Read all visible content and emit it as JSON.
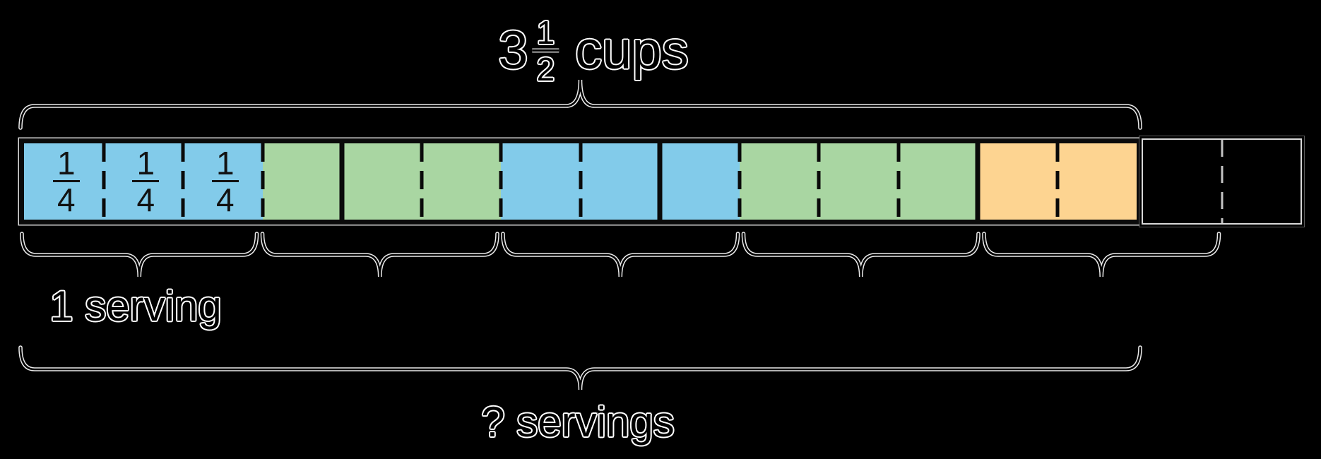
{
  "title": {
    "whole": "3",
    "fraction": {
      "numerator": "1",
      "denominator": "2"
    },
    "unit": "cups"
  },
  "labels": {
    "serving": "1 serving",
    "question": "? servings"
  },
  "bar": {
    "total_quarter_cells": 16,
    "filled_quarter_cells": 14,
    "cup_boundary_every_cells": 4,
    "quarter_label": {
      "numerator": "1",
      "denominator": "4"
    },
    "groups": [
      {
        "name": "serving-1",
        "color": "#82CBEA",
        "cells": 3,
        "show_quarter_labels": true
      },
      {
        "name": "serving-2",
        "color": "#A9D6A2",
        "cells": 3,
        "show_quarter_labels": false
      },
      {
        "name": "serving-3",
        "color": "#82CBEA",
        "cells": 3,
        "show_quarter_labels": false
      },
      {
        "name": "serving-4",
        "color": "#A9D6A2",
        "cells": 3,
        "show_quarter_labels": false
      },
      {
        "name": "serving-5-partial",
        "color": "#FDD491",
        "cells": 2,
        "show_quarter_labels": false
      },
      {
        "name": "unfilled",
        "color": "none",
        "cells": 2,
        "show_quarter_labels": false
      }
    ]
  },
  "braces": {
    "top_brace_spans_cells": 14,
    "serving_brace_count": 5,
    "serving_brace_span_cells": 3,
    "total_brace_spans_cells": 14
  },
  "colors": {
    "background": "#000000",
    "ink": "#0a0a0a",
    "halo": "#ffffff",
    "blue": "#82CBEA",
    "green": "#A9D6A2",
    "orange": "#FDD491",
    "unfilled_outline": "#d9d9d9"
  }
}
